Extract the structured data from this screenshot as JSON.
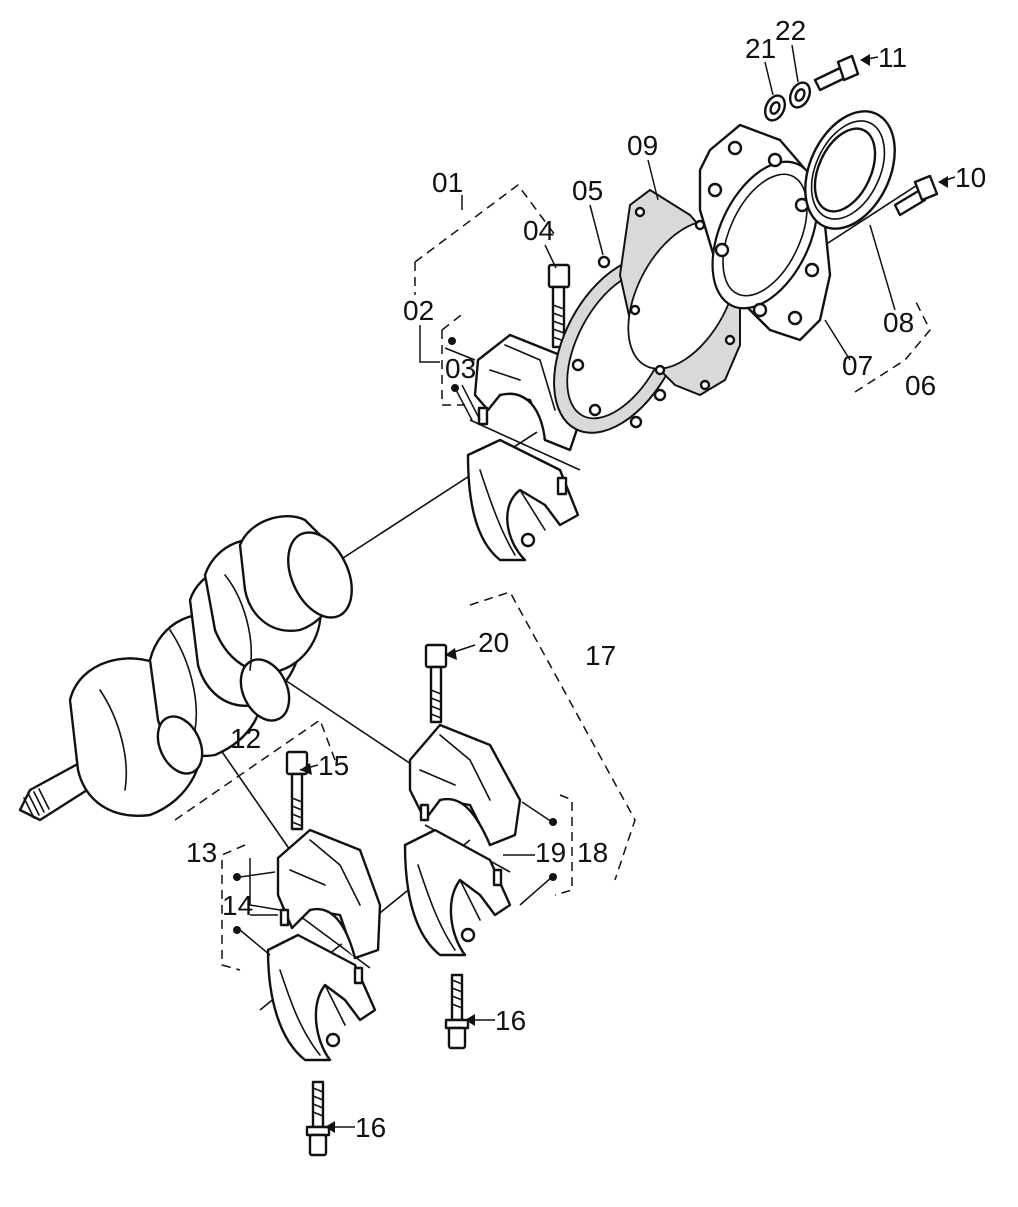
{
  "diagram": {
    "callouts": {
      "c01": "01",
      "c02": "02",
      "c03": "03",
      "c04": "04",
      "c05": "05",
      "c06": "06",
      "c07": "07",
      "c08": "08",
      "c09": "09",
      "c10": "10",
      "c11": "11",
      "c12": "12",
      "c13": "13",
      "c14": "14",
      "c15": "15",
      "c16a": "16",
      "c16b": "16",
      "c17": "17",
      "c18": "18",
      "c19": "19",
      "c20": "20",
      "c21": "21",
      "c22": "22"
    },
    "colors": {
      "line": "#111111",
      "background": "#ffffff",
      "gasket_fill": "#d9d9d9"
    }
  }
}
